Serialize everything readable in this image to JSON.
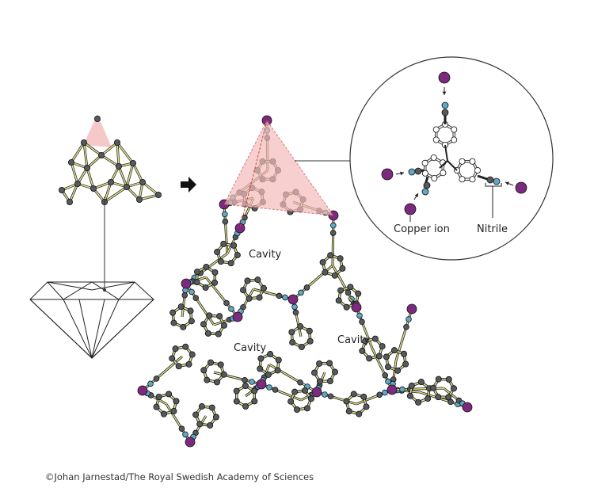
{
  "labels": {
    "cavity_top": "Cavity",
    "cavity_left": "Cavity",
    "cavity_right": "Cavity",
    "copper_ion": "Copper ion",
    "nitrile": "Nitrile"
  },
  "credit": "©Johan Jarnestad/The Royal Swedish Academy of Sciences",
  "colors": {
    "copper": "#7b2a7e",
    "nitrogen": "#5fa8c8",
    "carbon": "#555a5c",
    "bond": "#e4e38a",
    "tetrahedron": "#f4bcbc"
  }
}
